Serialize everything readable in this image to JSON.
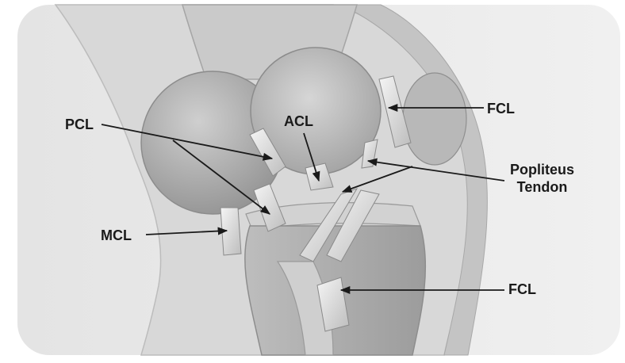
{
  "labels": {
    "pcl": "PCL",
    "acl": "ACL",
    "fcl_top": "FCL",
    "popliteus_line1": "Popliteus",
    "popliteus_line2": "Tendon",
    "mcl": "MCL",
    "fcl_bottom": "FCL"
  },
  "colors": {
    "background": "#ffffff",
    "panel": "#e7e7e7",
    "bone": "#c9c9c9",
    "bone_dark": "#9a9a9a",
    "ligament": "#eeeeee",
    "label_text": "#1a1a1a",
    "leader_line": "#1a1a1a"
  }
}
